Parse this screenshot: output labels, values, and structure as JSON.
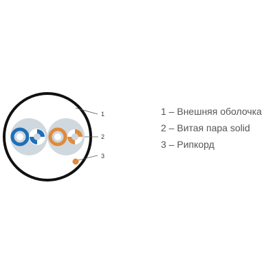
{
  "diagram": {
    "callouts": [
      {
        "num": "1"
      },
      {
        "num": "2"
      },
      {
        "num": "3"
      }
    ],
    "pairs": [
      {
        "color": "#1e6fb8"
      },
      {
        "color": "#e08a3c"
      }
    ],
    "ripcord_color": "#e08a3c",
    "jacket_color": "#111111",
    "filler_color": "#cfd8de"
  },
  "legend": {
    "items": [
      "1 – Внешняя оболочка",
      "2 – Витая пара solid",
      "3 – Рипкорд"
    ]
  }
}
